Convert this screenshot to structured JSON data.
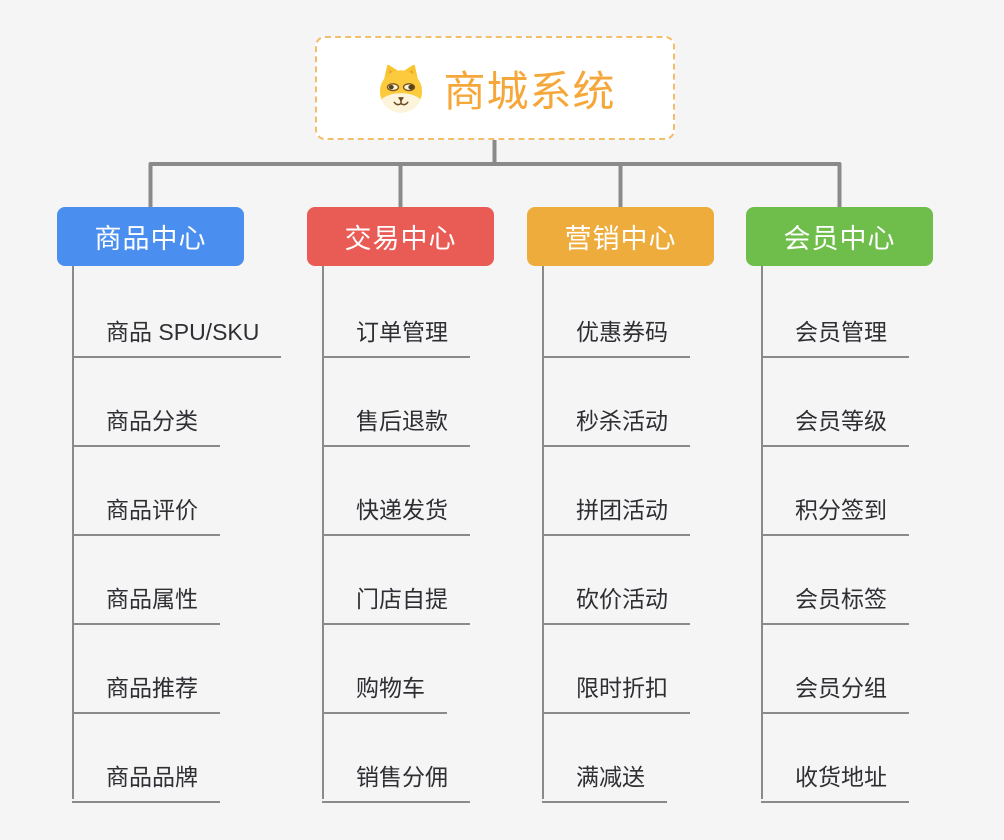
{
  "diagram": {
    "type": "mindmap-tree",
    "background": "#F5F5F6",
    "connector_color": "#8A8A8A",
    "leaf_line_color": "#8A8A8A",
    "leaf_text_color": "#2F2F33",
    "root": {
      "title": "商城系统",
      "icon": "doge-icon",
      "text_color": "#F6A73A",
      "border_color": "#F2BE6B"
    },
    "branches": [
      {
        "id": "product-center",
        "label": "商品中心",
        "color": "#4A8EF0",
        "items": [
          "商品 SPU/SKU",
          "商品分类",
          "商品评价",
          "商品属性",
          "商品推荐",
          "商品品牌"
        ]
      },
      {
        "id": "trade-center",
        "label": "交易中心",
        "color": "#E95B55",
        "items": [
          "订单管理",
          "售后退款",
          "快递发货",
          "门店自提",
          "购物车",
          "销售分佣"
        ]
      },
      {
        "id": "marketing-center",
        "label": "营销中心",
        "color": "#EEAC3C",
        "items": [
          "优惠券码",
          "秒杀活动",
          "拼团活动",
          "砍价活动",
          "限时折扣",
          "满减送"
        ]
      },
      {
        "id": "member-center",
        "label": "会员中心",
        "color": "#6FBE4B",
        "items": [
          "会员管理",
          "会员等级",
          "积分签到",
          "会员标签",
          "会员分组",
          "收货地址"
        ]
      }
    ]
  }
}
